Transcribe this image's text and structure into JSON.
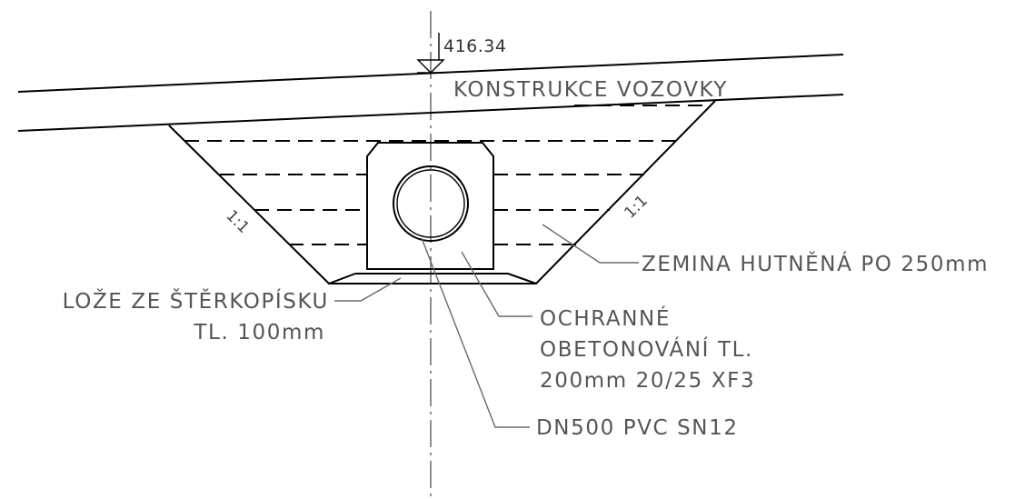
{
  "drawing": {
    "elevation": "416.34",
    "road_structure_label": "KONSTRUKCE VOZOVKY",
    "slope_left": "1:1",
    "slope_right": "1:1",
    "backfill_label": "ZEMINA HUTNĚNÁ PO 250mm",
    "bedding_label_line1": "LOŽE ZE ŠTĚRKOPÍSKU",
    "bedding_label_line2": "TL. 100mm",
    "encasement_label_line1": "OCHRANNÉ",
    "encasement_label_line2": "OBETONOVÁNÍ TL.",
    "encasement_label_line3": "200mm 20/25 XF3",
    "pipe_label": "DN500 PVC SN12"
  }
}
